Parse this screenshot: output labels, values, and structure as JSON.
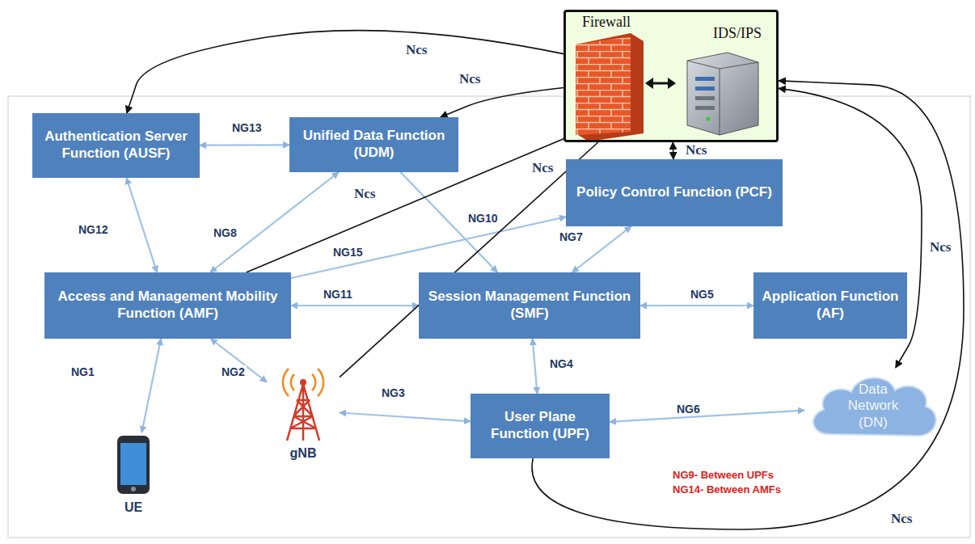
{
  "diagram": {
    "nodes": [
      {
        "text": [
          "Firewall",
          "IDS/IPS"
        ]
      },
      {
        "text": [
          "Authentication Server Function (AUSF)"
        ]
      },
      {
        "text": [
          "Unified Data Function (UDM)"
        ]
      },
      {
        "text": [
          "Policy Control Function (PCF)"
        ]
      },
      {
        "text": [
          "Access and Management Mobility Function (AMF)"
        ]
      },
      {
        "text": [
          "Session Management Function (SMF)"
        ]
      },
      {
        "text": [
          "Application Function (AF)"
        ]
      },
      {
        "text": [
          "UE"
        ]
      },
      {
        "text": [
          "gNB"
        ]
      },
      {
        "text": [
          "User Plane Function (UPF)"
        ]
      },
      {
        "text": [
          "Data Network (DN)"
        ]
      }
    ],
    "edges": [
      {
        "from": 1,
        "to": 2,
        "label": "NG13",
        "arrow": "both"
      },
      {
        "from": 1,
        "to": 4,
        "label": "NG12",
        "arrow": "both"
      },
      {
        "from": 4,
        "to": 2,
        "label": "NG8",
        "arrow": "both"
      },
      {
        "from": 2,
        "to": 5,
        "label": "NG10",
        "arrow": "to"
      },
      {
        "from": 4,
        "to": 3,
        "label": "NG15",
        "arrow": "to"
      },
      {
        "from": 3,
        "to": 5,
        "label": "NG7",
        "arrow": "both"
      },
      {
        "from": 4,
        "to": 5,
        "label": "NG11",
        "arrow": "both"
      },
      {
        "from": 5,
        "to": 6,
        "label": "NG5",
        "arrow": "both"
      },
      {
        "from": 4,
        "to": 7,
        "label": "NG1",
        "arrow": "both"
      },
      {
        "from": 4,
        "to": 8,
        "label": "NG2",
        "arrow": "both"
      },
      {
        "from": 8,
        "to": 9,
        "label": "NG3",
        "arrow": "both"
      },
      {
        "from": 5,
        "to": 9,
        "label": "NG4",
        "arrow": "both"
      },
      {
        "from": 9,
        "to": 10,
        "label": "NG6",
        "arrow": "both"
      },
      {
        "from": 0,
        "to": 1,
        "label": "Ncs",
        "arrow": "to"
      },
      {
        "from": 0,
        "to": 2,
        "label": "Ncs",
        "arrow": "to"
      },
      {
        "from": 4,
        "to": 0,
        "label": "Ncs",
        "arrow": "none"
      },
      {
        "from": 8,
        "to": 0,
        "label": "Ncs",
        "arrow": "none"
      },
      {
        "from": 0,
        "to": 3,
        "label": "Ncs",
        "arrow": "both"
      },
      {
        "from": 0,
        "to": 10,
        "label": "Ncs",
        "arrow": "both"
      },
      {
        "from": 9,
        "to": 0,
        "label": "Ncs",
        "arrow": "to"
      }
    ],
    "labels": [
      "NG9- Between UPFs",
      "NG14- Between AMFs"
    ]
  }
}
